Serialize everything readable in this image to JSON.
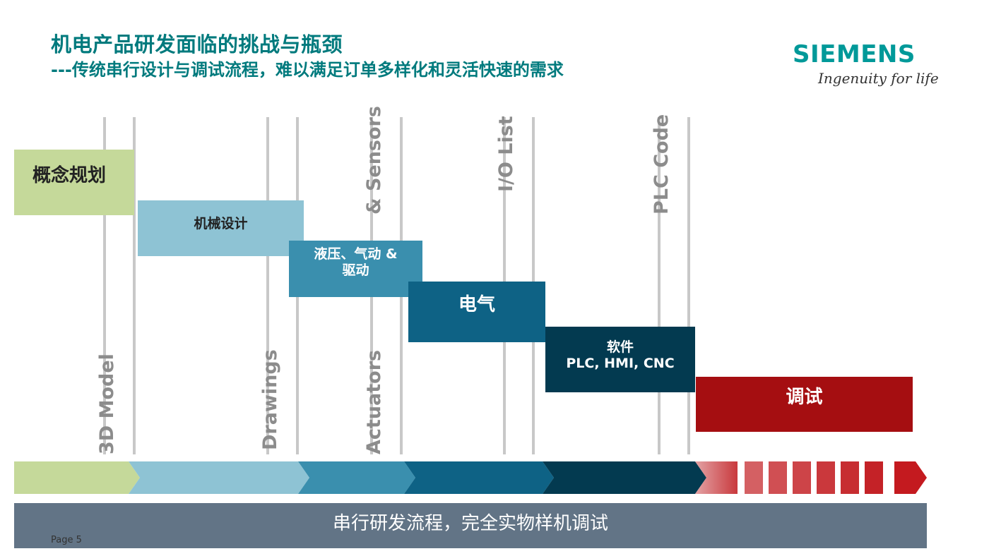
{
  "header": {
    "title": "机电产品研发面临的挑战与瓶颈",
    "subtitle": "---传统串行设计与调试流程，难以满足订单多样化和灵活快速的需求"
  },
  "brand": {
    "name": "SIEMENS",
    "tagline": "Ingenuity for life",
    "color": "#009999"
  },
  "milestones": [
    {
      "label": "3D Model"
    },
    {
      "label": "Drawings"
    },
    {
      "label": "Actuators"
    },
    {
      "label": "& Sensors"
    },
    {
      "label": "I/O List"
    },
    {
      "label": "PLC Code"
    }
  ],
  "phases": [
    {
      "label": "概念规划",
      "color": "#c5d99a",
      "text_color": "#222222"
    },
    {
      "label": "机械设计",
      "color": "#8ec3d4",
      "text_color": "#222222"
    },
    {
      "label": "液压、气动 &",
      "label2": "驱动",
      "color": "#3a8fae",
      "text_color": "#ffffff"
    },
    {
      "label": "电气",
      "color": "#0e6285",
      "text_color": "#ffffff"
    },
    {
      "label": "软件",
      "label2": "PLC, HMI, CNC",
      "color": "#033a50",
      "text_color": "#ffffff"
    },
    {
      "label": "调试",
      "color": "#a50e11",
      "text_color": "#ffffff"
    }
  ],
  "process_bar": {
    "label": "串行研发流程，完全实物样机调试",
    "color": "#627486"
  },
  "footer": {
    "page": "Page 5"
  }
}
